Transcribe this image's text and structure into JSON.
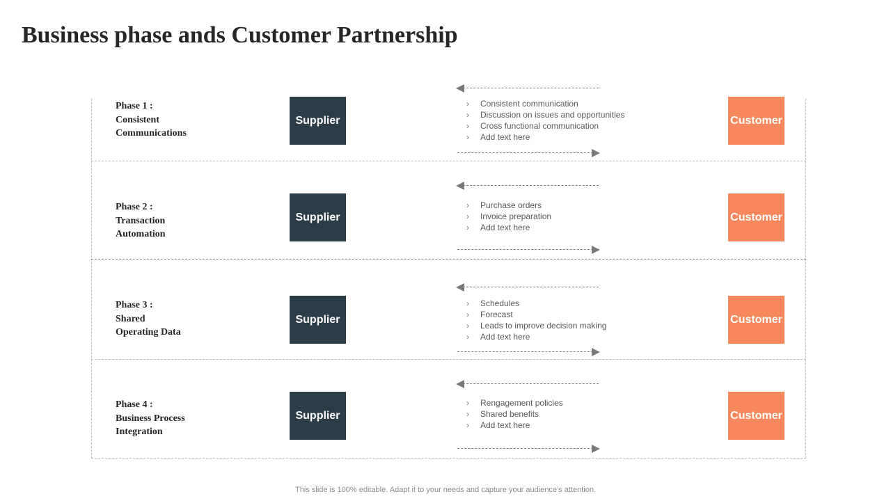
{
  "title": "Business phase ands Customer Partnership",
  "colors": {
    "supplier": "#2b3e48",
    "customer": "#f7885e",
    "text": "#262626"
  },
  "icons": {
    "bullet": "chevron-right-icon",
    "arrow_back": "dashed-arrow-left-icon",
    "arrow_forward": "dashed-arrow-right-icon"
  },
  "phases": [
    {
      "label_lines": [
        "Phase 1 :",
        "Consistent",
        "Communications"
      ],
      "supplier": "Supplier",
      "customer": "Customer",
      "items": [
        "Consistent communication",
        "Discussion on issues and opportunities",
        "Cross functional  communication",
        "Add text here"
      ]
    },
    {
      "label_lines": [
        "Phase 2 :",
        "Transaction",
        "Automation"
      ],
      "supplier": "Supplier",
      "customer": "Customer",
      "items": [
        "Purchase orders",
        "Invoice  preparation",
        "Add text here"
      ]
    },
    {
      "label_lines": [
        "Phase 3 :",
        "Shared",
        "Operating  Data"
      ],
      "supplier": "Supplier",
      "customer": "Customer",
      "items": [
        "Schedules",
        "Forecast",
        "Leads to improve  decision  making",
        "Add text here"
      ]
    },
    {
      "label_lines": [
        "Phase 4 :",
        "Business Process",
        "Integration"
      ],
      "supplier": "Supplier",
      "customer": "Customer",
      "items": [
        "Rengagement  policies",
        "Shared benefits",
        "Add text here"
      ]
    }
  ],
  "footer": "This slide is 100% editable. Adapt it to your needs and capture your audience's attention."
}
